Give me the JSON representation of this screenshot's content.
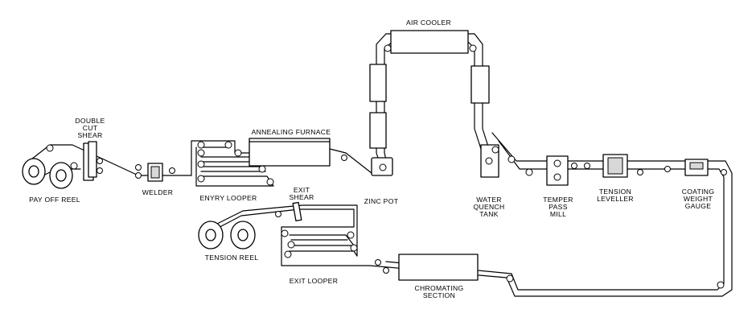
{
  "labels": {
    "double_cut_shear": [
      "DOUBLE",
      "CUT",
      "SHEAR"
    ],
    "pay_off_reel": "PAY OFF REEL",
    "welder": "WELDER",
    "entry_looper": "ENYRY LOOPER",
    "annealing_furnace": "ANNEALING FURNACE",
    "zinc_pot": "ZINC POT",
    "air_cooler": "AIR COOLER",
    "water_quench_tank": [
      "WATER",
      "QUENCH",
      "TANK"
    ],
    "temper_pass_mill": [
      "TEMPER",
      "PASS",
      "MILL"
    ],
    "tension_leveller": [
      "TENSION",
      "LEVELLER"
    ],
    "coating_weight_gauge": [
      "COATING",
      "WEIGHT",
      "GAUGE"
    ],
    "exit_shear": [
      "EXIT",
      "SHEAR"
    ],
    "tension_reel": "TENSION REEL",
    "exit_looper": "EXIT LOOPER",
    "chromating_section": [
      "CHROMATING",
      "SECTION"
    ]
  }
}
